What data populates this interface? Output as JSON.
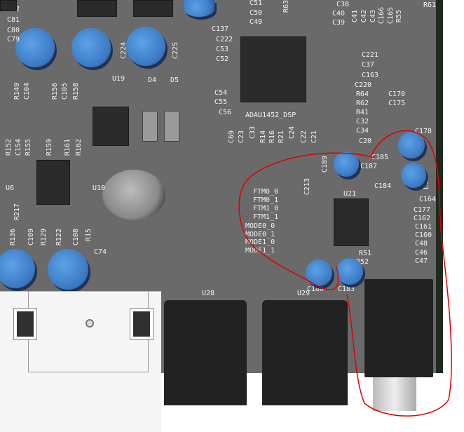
{
  "components": {
    "dsp_label": "ADAU1452_DSP",
    "u21": "U21",
    "u19": "U19",
    "u6": "U6",
    "u10": "U10",
    "u28": "U28",
    "u29": "U29",
    "d4": "D4",
    "d5": "D5",
    "jumpers": [
      "FTM0_0",
      "FTM0_1",
      "FTM1_0",
      "FTM1_1",
      "MODE0_0",
      "MODE0_1",
      "MODE1_0",
      "MODE1_1"
    ],
    "right_caps": [
      "C164",
      "C177",
      "C162",
      "C161",
      "C160",
      "C48",
      "C46",
      "C47"
    ],
    "r51": "R51",
    "r52": "R52",
    "c180": "C180",
    "c183": "C183",
    "c189": "C189",
    "c213": "C213",
    "c187": "C187",
    "c185": "C185",
    "c184": "C184",
    "c178": "C178",
    "l12": "L12",
    "top_right": [
      "C221",
      "C37",
      "C163",
      "C220",
      "R64",
      "R62",
      "R41",
      "C32",
      "C34",
      "C20"
    ],
    "c170": "C170",
    "c175": "C175",
    "top_col": [
      "C38",
      "C40",
      "C39"
    ],
    "vert_top": [
      "C41",
      "C42",
      "C43",
      "C166",
      "C165",
      "R55"
    ],
    "r61": "R61",
    "r63": "R63",
    "left_dsp": [
      "C51",
      "C50",
      "C49",
      "C137",
      "C222",
      "C53",
      "C52",
      "C54",
      "C55",
      "C56"
    ],
    "below_dsp": [
      "C69",
      "C23",
      "C33",
      "R14",
      "R16",
      "R21",
      "C24",
      "C22",
      "C21"
    ],
    "left_top": [
      "C82",
      "C81",
      "C80",
      "C79"
    ],
    "c224": "C224",
    "c225": "C225",
    "left_mid": [
      "R149",
      "C104",
      "R156",
      "C105",
      "R158"
    ],
    "left_row": [
      "R152",
      "C154",
      "R155",
      "R159",
      "R161",
      "R162"
    ],
    "r217": "R217",
    "left_bottom": [
      "R136",
      "C109",
      "R129",
      "R122",
      "C108",
      "R15"
    ],
    "c74": "C74"
  },
  "colors": {
    "board": "#6a6a6a",
    "capacitor": "#4a8ad6",
    "annotation": "#e00000"
  }
}
